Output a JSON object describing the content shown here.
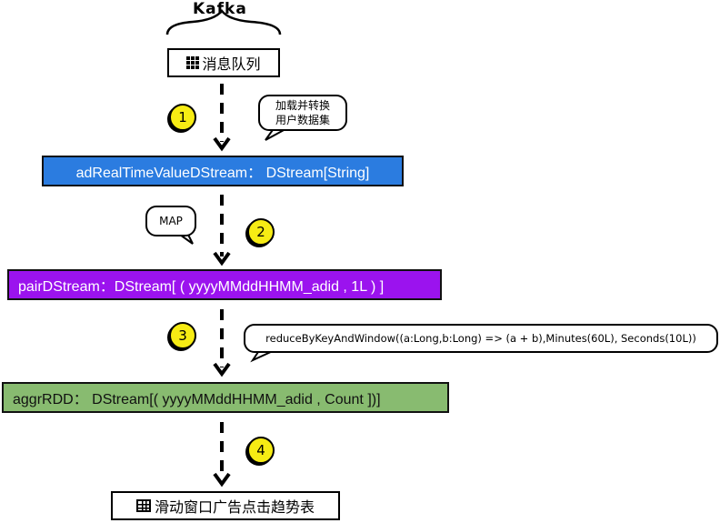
{
  "kafka_title": "Kafka",
  "queue_box": {
    "label": "消息队列",
    "icon": "grid-icon"
  },
  "stages": [
    {
      "label": "adRealTimeValueDStream：  DStream[String]"
    },
    {
      "label": "pairDStream：DStream[ ( yyyyMMddHHMM_adid , 1L ) ]"
    },
    {
      "label": "aggrRDD：   DStream[( yyyyMMddHHMM_adid , Count ])]"
    }
  ],
  "steps": [
    "1",
    "2",
    "3",
    "4"
  ],
  "bubbles": {
    "b1_line1": "加载并转换",
    "b1_line2": "用户数据集",
    "b2": "MAP",
    "b3": "reduceByKeyAndWindow((a:Long,b:Long) => (a + b),Minutes(60L), Seconds(10L))"
  },
  "output_box": {
    "label": "滑动窗口广告点击趋势表",
    "icon": "table-icon"
  },
  "colors": {
    "stage1": "#2b7ce0",
    "stage2": "#9b13ee",
    "stage3": "#88bb70",
    "badge": "#f7ec14"
  }
}
